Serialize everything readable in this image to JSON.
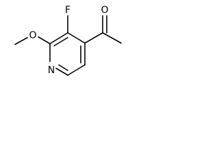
{
  "atoms": {
    "fluorine": "F",
    "ring_oxygen_substituent": "O",
    "carbonyl_oxygen": "O",
    "ring_nitrogen": "N"
  },
  "colors": {
    "bond": "#000000",
    "label": "#000000",
    "background": "#ffffff"
  }
}
